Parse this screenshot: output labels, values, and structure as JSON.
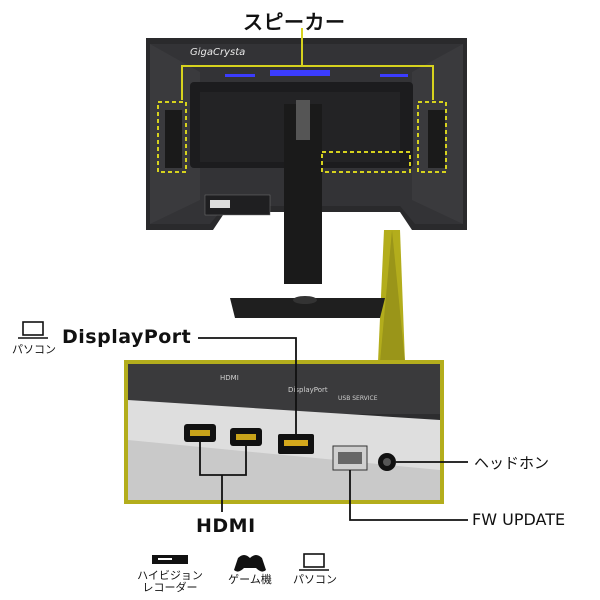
{
  "labels": {
    "speaker": "スピーカー",
    "displayport": "DisplayPort",
    "pc": "パソコン",
    "hdmi": "HDMI",
    "headphone": "ヘッドホン",
    "fw_update": "FW UPDATE"
  },
  "monitor": {
    "brand": "GigaCrysta"
  },
  "panel_print": {
    "hdmi": "HDMI",
    "displayport": "DisplayPort",
    "usb": "USB SERVICE"
  },
  "devices": [
    {
      "name": "ハイビジョン\nレコーダー",
      "icon": "recorder-icon"
    },
    {
      "name": "ゲーム機",
      "icon": "gamepad-icon"
    },
    {
      "name": "パソコン",
      "icon": "laptop-icon"
    }
  ],
  "colors": {
    "highlight": "#b3ad1c",
    "callout": "#d6d21e",
    "monitor_body": "#2b2b2d",
    "accent_led": "#3b3cff"
  }
}
